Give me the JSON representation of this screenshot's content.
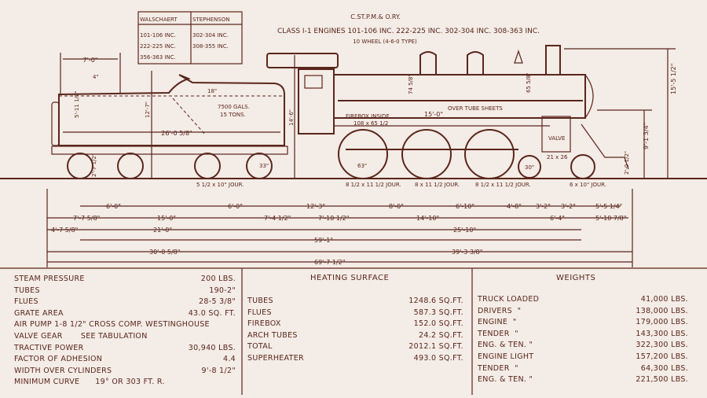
{
  "title": {
    "line1": "C.ST.P.M.& O.RY.",
    "line2": "CLASS I-1 ENGINES 101-106 INC. 222-225 INC. 302-304 INC. 308-363 INC.",
    "line3": "10 WHEEL (4-6-0 TYPE)"
  },
  "valve_gear_table": {
    "headers": [
      "WALSCHAERT",
      "STEPHENSON"
    ],
    "walschaert": [
      "101-106 INC.",
      "222-225 INC.",
      "356-363 INC."
    ],
    "stephenson": [
      "302-304 INC.",
      "308-355 INC."
    ]
  },
  "drawing_labels": {
    "tender_capacity": "7500 GALS.",
    "tender_coal": "15 TONS.",
    "tender_top_width": "7'-0\"",
    "tender_coping": "4\"",
    "tender_tank_height": "5'-11 1/2\"",
    "tender_rail_height": "2'-7 1/2\"",
    "tender_length": "26'-0 5/8\"",
    "tender_height": "12'-7\"",
    "tender_raise": "18\"",
    "cab_height": "14'-6\"",
    "firebox": "FIREBOX INSIDE",
    "firebox_size": "108 x 65 1/2",
    "tubes_length": "15'-0\"",
    "over_tube_sheets": "OVER TUBE SHEETS",
    "boiler_dia_1": "74 5/8\"",
    "boiler_dia_2": "65 5/8\"",
    "overall_height": "15'-5 1/2\"",
    "centerline_height": "9'-1 3/4\"",
    "pilot_height": "2'-0 1/2\"",
    "cylinders": "21 x 26",
    "valve": "VALVE",
    "tender_journal": "5 1/2 x 10\" JOUR.",
    "driver_journal_1": "8 1/2 x 11 1/2 JOUR.",
    "driver_journal_2": "8 x 11 1/2 JOUR.",
    "driver_journal_3": "8 1/2 x 11 1/2 JOUR.",
    "truck_journal": "6 x 10\" JOUR.",
    "tender_wheel": "33\"",
    "truck_wheel": "30\"",
    "driver_wheel": "63\""
  },
  "dimensions": {
    "row1": [
      "6'-0\"",
      "6'-0\"",
      "12'-3\"",
      "8'-0\"",
      "6'-10\"",
      "4'-8\"",
      "3'-2\"",
      "3'-2\"",
      "5'-5 1/4\""
    ],
    "row2": [
      "7'-7 5/8\"",
      "15'-0\"",
      "7'-4 1/2\"",
      "7'-10 1/2\"",
      "14'-10\"",
      "6'-4\"",
      "5'-10 7/8\""
    ],
    "row3": [
      "4'-7 5/8\"",
      "21'-0\"",
      "25'-10\""
    ],
    "row4": [
      "59'-1\""
    ],
    "row5": [
      "30'-0 5/8\"",
      "39'-3 3/8\""
    ],
    "row6": [
      "69'-7 1/2\""
    ]
  },
  "general_specs": [
    {
      "label": "STEAM PRESSURE",
      "value": "200 LBS."
    },
    {
      "label": "TUBES",
      "value": "190-2\""
    },
    {
      "label": "FLUES",
      "value": "28-5 3/8\""
    },
    {
      "label": "GRATE AREA",
      "value": "43.0 SQ. FT."
    },
    {
      "label": "AIR PUMP 1-8 1/2\" CROSS COMP. WESTINGHOUSE",
      "value": ""
    },
    {
      "label": "VALVE GEAR       SEE TABULATION",
      "value": ""
    },
    {
      "label": "TRACTIVE POWER",
      "value": "30,940 LBS."
    },
    {
      "label": "FACTOR OF ADHESION",
      "value": "4.4"
    },
    {
      "label": "WIDTH OVER CYLINDERS",
      "value": "9'-8 1/2\""
    },
    {
      "label": "MINIMUM CURVE      19° OR 303 FT. R.",
      "value": ""
    }
  ],
  "heating_surface": {
    "title": "HEATING SURFACE",
    "rows": [
      {
        "label": "TUBES",
        "value": "1248.6",
        "unit": "SQ.FT."
      },
      {
        "label": "FLUES",
        "value": "587.3",
        "unit": "SQ.FT."
      },
      {
        "label": "FIREBOX",
        "value": "152.0",
        "unit": "SQ.FT."
      },
      {
        "label": "ARCH TUBES",
        "value": "24.2",
        "unit": "SQ.FT."
      },
      {
        "label": "TOTAL",
        "value": "2012.1",
        "unit": "SQ.FT."
      },
      {
        "label": "SUPERHEATER",
        "value": "493.0",
        "unit": "SQ.FT."
      }
    ]
  },
  "weights": {
    "title": "WEIGHTS",
    "rows": [
      {
        "label": "TRUCK LOADED",
        "value": "41,000 LBS."
      },
      {
        "label": "DRIVERS  \"",
        "value": "138,000 LBS."
      },
      {
        "label": "ENGINE  \"",
        "value": "179,000 LBS."
      },
      {
        "label": "TENDER  \"",
        "value": "143,300 LBS."
      },
      {
        "label": "ENG. & TEN. \"",
        "value": "322,300 LBS."
      },
      {
        "label": "ENGINE LIGHT",
        "value": "157,200 LBS."
      },
      {
        "label": "TENDER  \"",
        "value": "64,300 LBS."
      },
      {
        "label": "ENG. & TEN. \"",
        "value": "221,500 LBS."
      }
    ]
  }
}
